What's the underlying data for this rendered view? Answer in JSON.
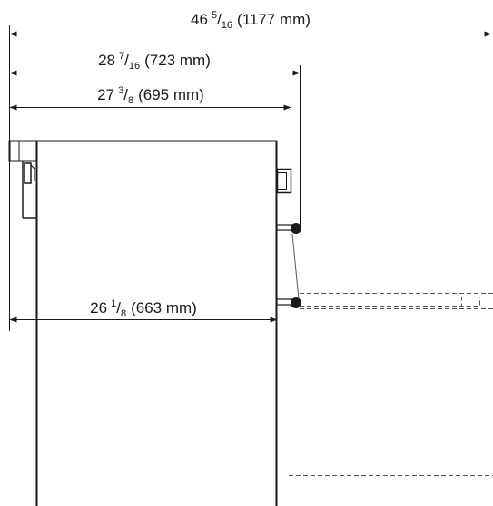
{
  "dimensions": {
    "overall": {
      "whole": "46",
      "num": "5",
      "den": "16",
      "metric": "(1177 mm)"
    },
    "to_handle": {
      "whole": "28",
      "num": "7",
      "den": "16",
      "metric": "(723 mm)"
    },
    "to_door": {
      "whole": "27",
      "num": "3",
      "den": "8",
      "metric": "(695 mm)"
    },
    "cabinet_depth": {
      "whole": "26",
      "num": "1",
      "den": "8",
      "metric": "(663 mm)"
    }
  },
  "colors": {
    "line": "#1a1a1a",
    "dashed": "#555555",
    "background": "#ffffff"
  }
}
